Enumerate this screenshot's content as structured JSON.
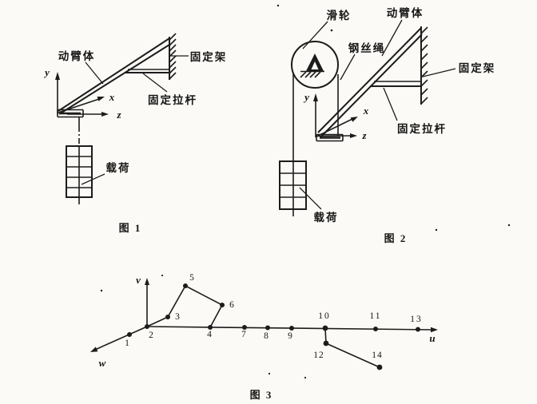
{
  "page": {
    "background": "#fbfaf6",
    "ink": "#1c1c1c"
  },
  "figures": [
    {
      "caption": "图 1",
      "labels": {
        "boom": "动臂体",
        "frame": "固定架",
        "tie_rod": "固定拉杆",
        "load": "载荷"
      },
      "axes": {
        "x": "x",
        "y": "y",
        "z": "z"
      }
    },
    {
      "caption": "图 2",
      "labels": {
        "pulley": "滑轮",
        "wire_rope": "钢丝绳",
        "boom": "动臂体",
        "frame": "固定架",
        "tie_rod": "固定拉杆",
        "load": "载荷"
      },
      "axes": {
        "x": "x",
        "y": "y",
        "z": "z"
      }
    },
    {
      "caption": "图 3",
      "axes": {
        "u": "u",
        "v": "v",
        "w": "w"
      },
      "node_labels": [
        "1",
        "2",
        "3",
        "4",
        "5",
        "6",
        "7",
        "8",
        "9",
        "10",
        "11",
        "12",
        "13",
        "14"
      ]
    }
  ]
}
